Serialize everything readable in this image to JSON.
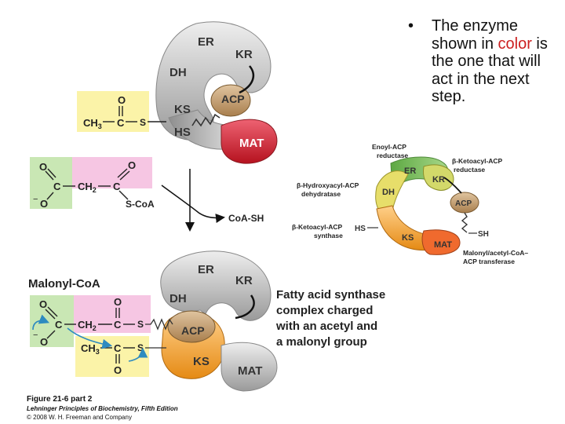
{
  "bullet": {
    "marker": "•",
    "before": "The enzyme shown in ",
    "highlight": "color",
    "after": " is the one that will act in the next step.",
    "highlight_color": "#cc1f1f"
  },
  "domains": {
    "er": "ER",
    "kr": "KR",
    "dh": "DH",
    "acp": "ACP",
    "ks": "KS",
    "hs": "HS",
    "mat": "MAT",
    "sh": "SH"
  },
  "top_molecule": {
    "ch3": "CH",
    "sub3": "3",
    "c": "C",
    "o": "O",
    "s": "S"
  },
  "malonyl_molecule": {
    "o": "O",
    "c": "C",
    "ch2": "CH",
    "sub2": "2",
    "minus": "−",
    "scoa": "S-CoA"
  },
  "coash": "CoA-SH",
  "malonyl_label": "Malonyl-CoA",
  "bottom_molecule": {
    "o": "O",
    "c": "C",
    "ch2": "CH",
    "sub2": "2",
    "ch3": "CH",
    "sub3": "3",
    "s": "S",
    "minus": "−"
  },
  "fas_label": [
    "Fatty acid synthase",
    "complex charged",
    "with an acetyl and",
    "a malonyl group"
  ],
  "right_labels": {
    "enoyl": [
      "Enoyl-ACP",
      "reductase"
    ],
    "ketoacyl_red": [
      "β-Ketoacyl-ACP",
      "reductase"
    ],
    "hydroxyacyl": [
      "β-Hydroxyacyl-ACP",
      "dehydratase"
    ],
    "ketoacyl_syn": [
      "β-Ketoacyl-ACP",
      "synthase"
    ],
    "malonyl_trans": [
      "Malonyl/acetyl-CoA–",
      "ACP transferase"
    ]
  },
  "caption": {
    "line1": "Figure 21-6 part 2",
    "line2": "Lehninger Principles of Biochemistry, Fifth Edition",
    "line3": "© 2008 W. H. Freeman and Company"
  },
  "colors": {
    "grey_light": "#d9d9d9",
    "grey_mid": "#a6a6a6",
    "red": "#d42a3b",
    "orange": "#f2a132",
    "yellow_bg": "#fbf3a8",
    "pink_bg": "#f6c6e3",
    "green_bg": "#c9e7b4",
    "green": "#7cbf5d",
    "yellow_green": "#d3d96a",
    "acp_brown": "#c9a57a",
    "arrow_blue": "#2e8bc0"
  }
}
